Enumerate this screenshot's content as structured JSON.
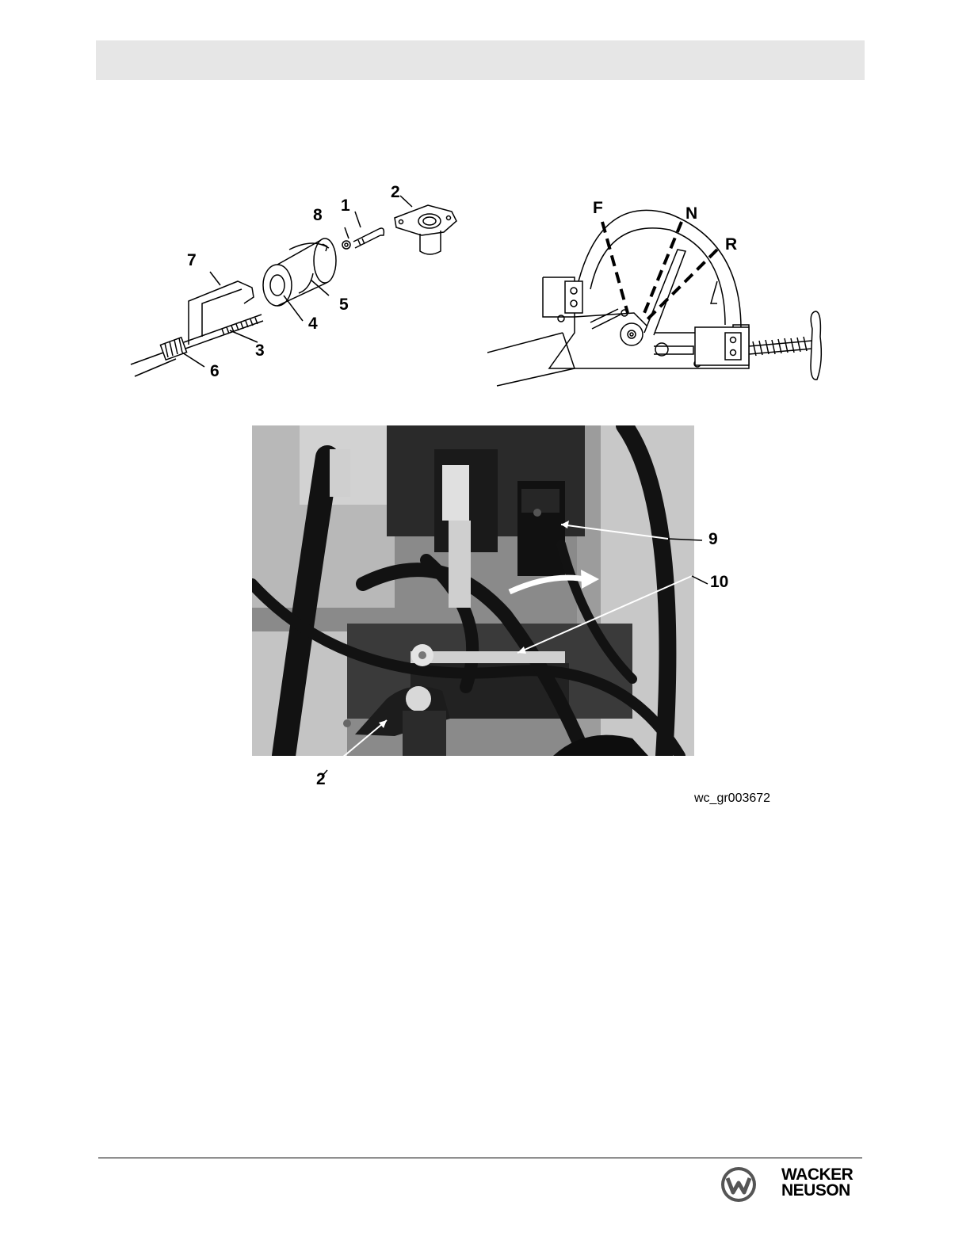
{
  "figure_left": {
    "callouts": [
      "1",
      "2",
      "8",
      "7",
      "5",
      "4",
      "3",
      "6"
    ]
  },
  "figure_right": {
    "positions": [
      "F",
      "N",
      "R"
    ]
  },
  "photo": {
    "callouts": [
      "9",
      "10",
      "2"
    ]
  },
  "figure_id": "wc_gr003672",
  "logo": {
    "line1": "WACKER",
    "line2": "NEUSON"
  },
  "colors": {
    "header_band": "#e6e6e6",
    "photo_dark": "#1a1a1a",
    "photo_light": "#bdbdbd"
  }
}
